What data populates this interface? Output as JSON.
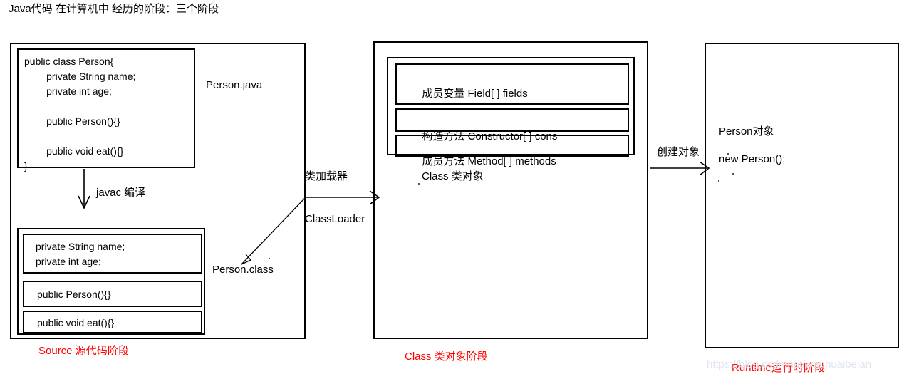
{
  "title": "Java代码 在计算机中 经历的阶段：三个阶段",
  "panels": {
    "source": {
      "code_top": "public class Person{\n        private String name;\n        private int age;\n\n        public Person(){}\n\n        public void eat(){}\n}",
      "file_label": "Person.java",
      "compile_label": "javac 编译",
      "class_file_label": "Person.class",
      "members": [
        "private String name;\nprivate int age;",
        "public Person(){}",
        "public void eat(){}"
      ],
      "stage_label": "Source 源代码阶段"
    },
    "classobj": {
      "rows": [
        "成员变量  Field[ ] fields",
        "构造方法  Constructor[ ] cons",
        "成员方法 Method[ ] methods"
      ],
      "caption": "Class 类对象",
      "stage_label": "Class 类对象阶段"
    },
    "runtime": {
      "object_label": "Person对象",
      "new_statement": "new Person();",
      "stage_label": "Runtime运行时阶段"
    }
  },
  "arrows": {
    "classloader_cn": "类加载器",
    "classloader_en": "ClassLoader",
    "create_object": "创建对象"
  },
  "watermark": "https://blog.csdn.net/wanhuaibeian",
  "colors": {
    "stroke": "#000000",
    "stage_red": "#ff0000",
    "watermark": "#dfe6ef",
    "background": "#ffffff"
  }
}
